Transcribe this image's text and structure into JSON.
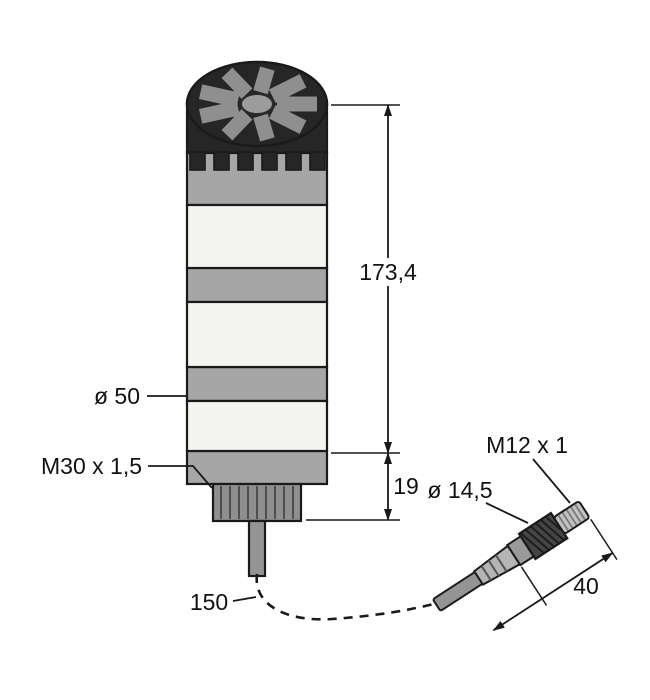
{
  "drawing": {
    "labels": {
      "body_height": "173,4",
      "thread_length": "19",
      "body_diameter": "ø 50",
      "mount_thread": "M30 x 1,5",
      "cable_length": "150",
      "connector_thread": "M12 x 1",
      "connector_diameter": "ø 14,5",
      "connector_length": "40"
    },
    "colors": {
      "outline": "#1a1a1a",
      "cap": "#262626",
      "spoke": "#8f8f8f",
      "hub": "#9c9c9c",
      "band_gray": "#a6a6a6",
      "lens_white": "#f4f4f0",
      "thread": "#8f8f8f",
      "cable": "#949494",
      "boot": "#b5b5b5",
      "knurl": "#454545",
      "tip": "#c2c2c2",
      "background": "#ffffff"
    }
  }
}
